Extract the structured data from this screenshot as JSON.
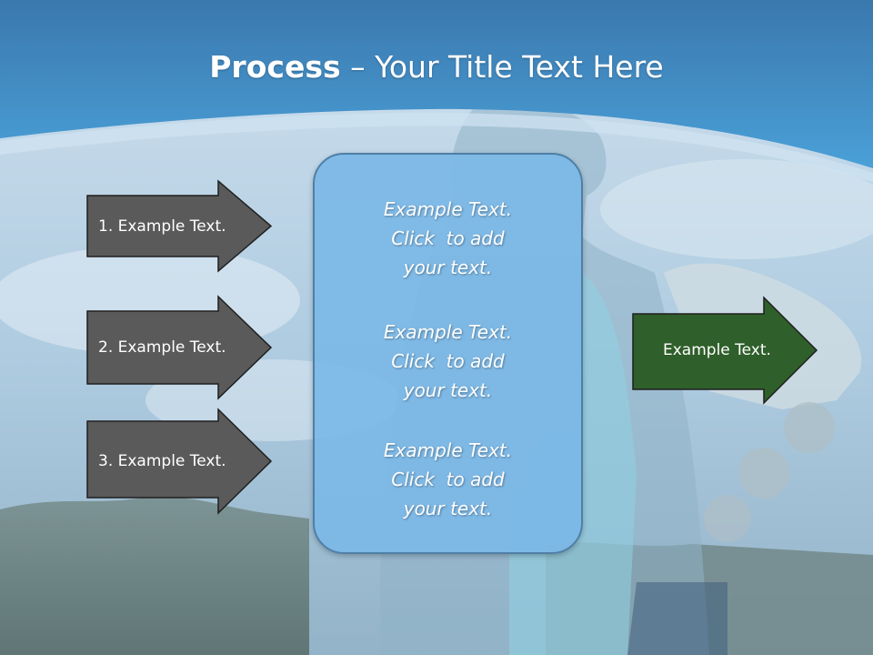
{
  "title": {
    "bold": "Process",
    "separator": " – ",
    "rest": "Your Title Text Here"
  },
  "left_steps": [
    {
      "label": "1. Example Text."
    },
    {
      "label": "2. Example Text."
    },
    {
      "label": "3. Example Text."
    }
  ],
  "center_blocks": [
    {
      "line1": "Example Text.",
      "line2": "Click  to add",
      "line3": "your text."
    },
    {
      "line1": "Example Text.",
      "line2": "Click  to add",
      "line3": "your text."
    },
    {
      "line1": "Example Text.",
      "line2": "Click  to add",
      "line3": "your text."
    }
  ],
  "result": {
    "label": "Example Text."
  },
  "colors": {
    "header_blue": "#3d8fc9",
    "step_arrow": "#5a5a5a",
    "result_arrow": "#2f5f2a",
    "center_box": "#7cb8e6"
  }
}
